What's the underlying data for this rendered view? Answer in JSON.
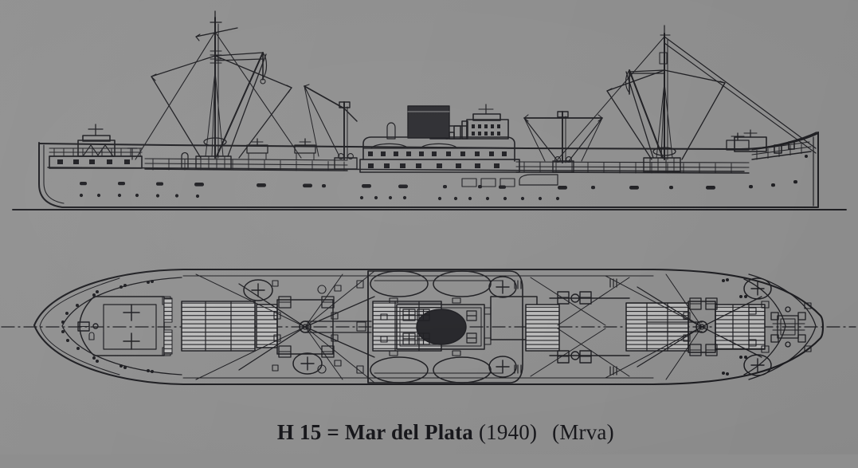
{
  "figure": {
    "kind": "ship-line-drawing",
    "views": [
      "profile-elevation",
      "deck-plan"
    ],
    "orientation": "bow-to-the-right",
    "background_color": "#8e8e8e",
    "ink_color": "#1b1b1f"
  },
  "caption": {
    "designation": "H 15",
    "equals": "=",
    "ship_name": "Mar del Plata",
    "year": "(1940)",
    "source": "(Mrva)",
    "bold_part": "H 15 = Mar del Plata",
    "regular_part_year": "(1940)",
    "regular_part_source": "(Mrva)"
  },
  "profile_view": {
    "label": "profile-elevation",
    "waterline_label": "waterline",
    "features": [
      "vertical-stem-bow",
      "cruiser-stern",
      "forecastle-deck",
      "poop-deck",
      "midships-bridge-superstructure",
      "single-funnel",
      "two-cargo-masts",
      "two-kingposts",
      "derrick-booms",
      "rigging-stays",
      "lifeboats",
      "porthole-rows",
      "cargo-ports"
    ],
    "funnel_color": "#2a2a2e"
  },
  "plan_view": {
    "label": "deck-plan",
    "centerline_style": "dash-dot",
    "features": [
      "forecastle",
      "cargo-hatches",
      "mast-houses",
      "winches",
      "lifeboats-port-and-starboard",
      "funnel-ellipse",
      "deckhouse",
      "bollards",
      "circular-winch-platforms",
      "steering-gear-aft"
    ],
    "funnel_color": "#232327"
  }
}
